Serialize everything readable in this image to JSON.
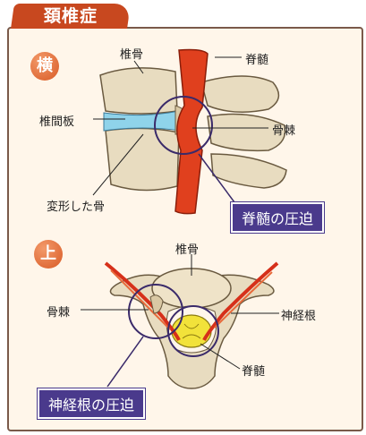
{
  "title": "頚椎症",
  "side_view": {
    "badge": "横",
    "labels": {
      "vertebra": "椎骨",
      "spinal_cord": "脊髄",
      "disc": "椎間板",
      "osteophyte": "骨棘",
      "deformed_bone": "変形した骨"
    },
    "callout": "脊髄の圧迫"
  },
  "top_view": {
    "badge": "上",
    "labels": {
      "vertebra": "椎骨",
      "osteophyte": "骨棘",
      "nerve_root": "神経根",
      "spinal_cord": "脊髄"
    },
    "callout": "神経根の圧迫"
  },
  "colors": {
    "accent": "#c8481f",
    "callout": "#4a3a8c",
    "bone": "#e8dcc0",
    "spinal_cord": "#e0401e",
    "disc": "#8fd3ea"
  }
}
